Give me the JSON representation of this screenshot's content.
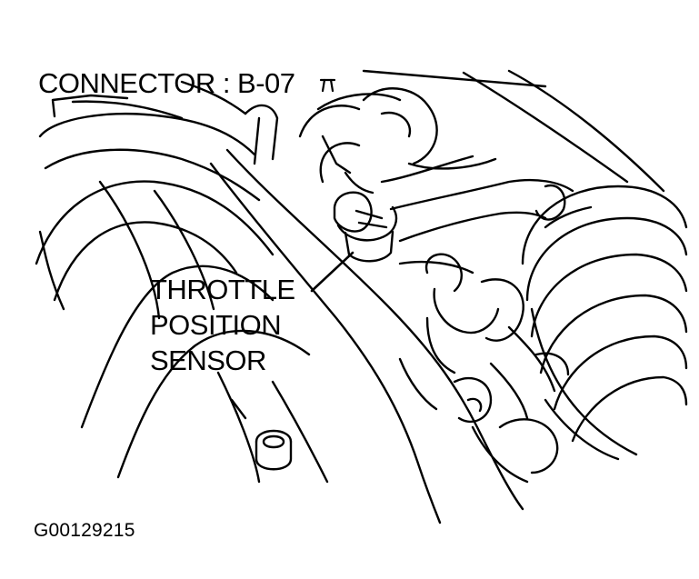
{
  "diagram": {
    "connector_label": "CONNECTOR : B-07",
    "component_label_lines": [
      "THROTTLE",
      "POSITION",
      "SENSOR"
    ],
    "figure_id": "G00129215",
    "line_color": "#000000",
    "background_color": "#ffffff",
    "icon": "connector-symbol-icon"
  }
}
